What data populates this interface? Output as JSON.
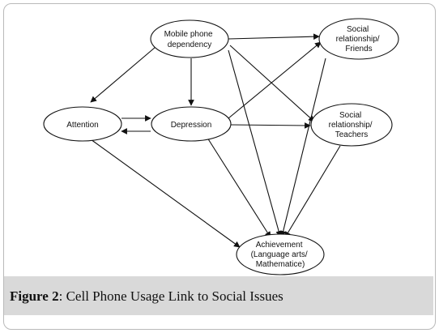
{
  "nodes": {
    "mobile": [
      "Mobile phone",
      "dependency"
    ],
    "friends": [
      "Social",
      "relationship/",
      "Friends"
    ],
    "attention": [
      "Attention"
    ],
    "depression": [
      "Depression"
    ],
    "teachers": [
      "Social",
      "relationship/",
      "Teachers"
    ],
    "achievement": [
      "Achievement",
      "(Language arts/",
      "Mathematice)"
    ]
  },
  "caption": {
    "label": "Figure 2",
    "separator": ": ",
    "text": "Cell Phone Usage Link to Social Issues"
  }
}
